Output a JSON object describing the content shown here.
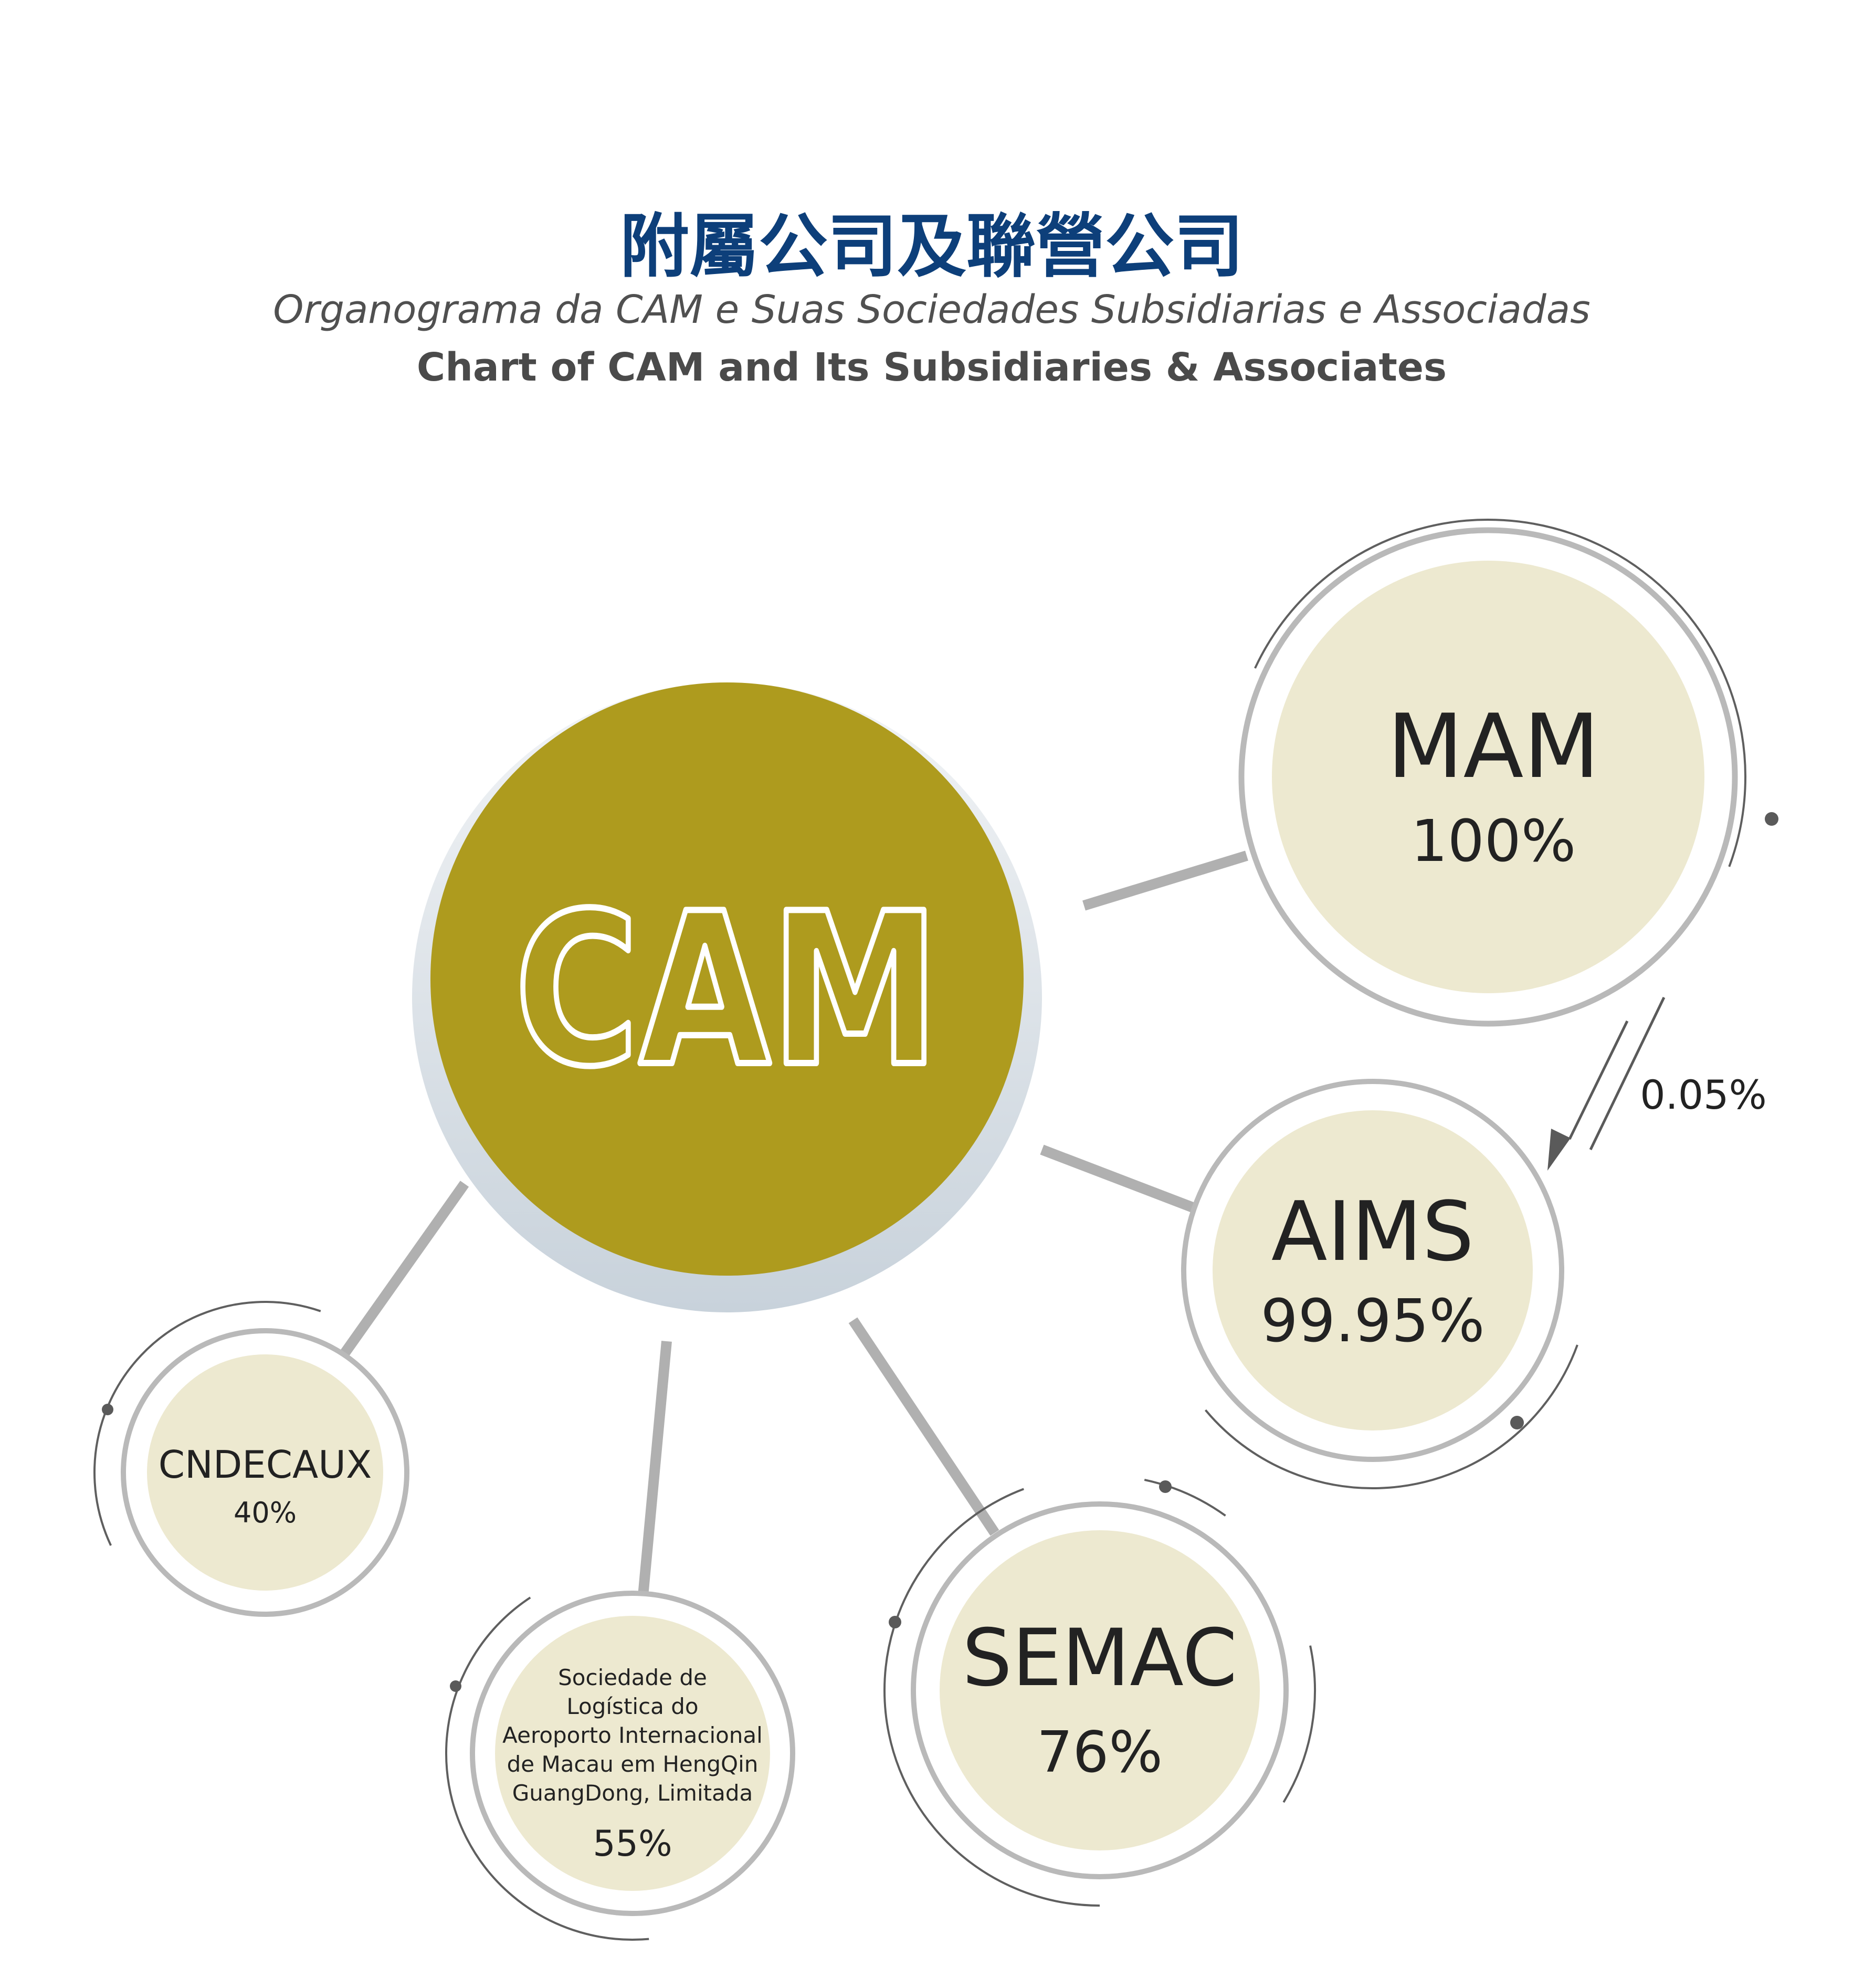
{
  "header": {
    "title_zh": "附屬公司及聯營公司",
    "title_pt": "Organograma da CAM e Suas Sociedades Subsidiarias e Associadas",
    "title_en": "Chart of CAM and Its Subsidiaries & Associates"
  },
  "colors": {
    "title": "#0d3f7a",
    "parent_fill": "#ae9b1e",
    "child_fill": "#ede9d0",
    "connector": "#b0b0b0",
    "ring": "#b9b9b9",
    "arc": "#666666"
  },
  "diagram": {
    "parent": {
      "name": "CAM"
    },
    "nodes": [
      {
        "id": "mam",
        "name": "MAM",
        "percent": "100%"
      },
      {
        "id": "aims",
        "name": "AIMS",
        "percent": "99.95%"
      },
      {
        "id": "cndecaux",
        "name": "CNDECAUX",
        "percent": "40%"
      },
      {
        "id": "hengqin",
        "name_lines": [
          "Sociedade de",
          "Logística do",
          "Aeroporto Internacional",
          "de Macau em HengQin",
          "GuangDong, Limitada"
        ],
        "percent": "55%"
      },
      {
        "id": "semac",
        "name": "SEMAC",
        "percent": "76%"
      }
    ],
    "edges": [
      {
        "from": "CAM",
        "to": "MAM"
      },
      {
        "from": "CAM",
        "to": "AIMS"
      },
      {
        "from": "CAM",
        "to": "CNDECAUX"
      },
      {
        "from": "CAM",
        "to": "Sociedade de Logística do Aeroporto Internacional de Macau em HengQin GuangDong, Limitada"
      },
      {
        "from": "CAM",
        "to": "SEMAC"
      },
      {
        "from": "MAM",
        "to": "AIMS",
        "label": "0.05%"
      }
    ]
  }
}
